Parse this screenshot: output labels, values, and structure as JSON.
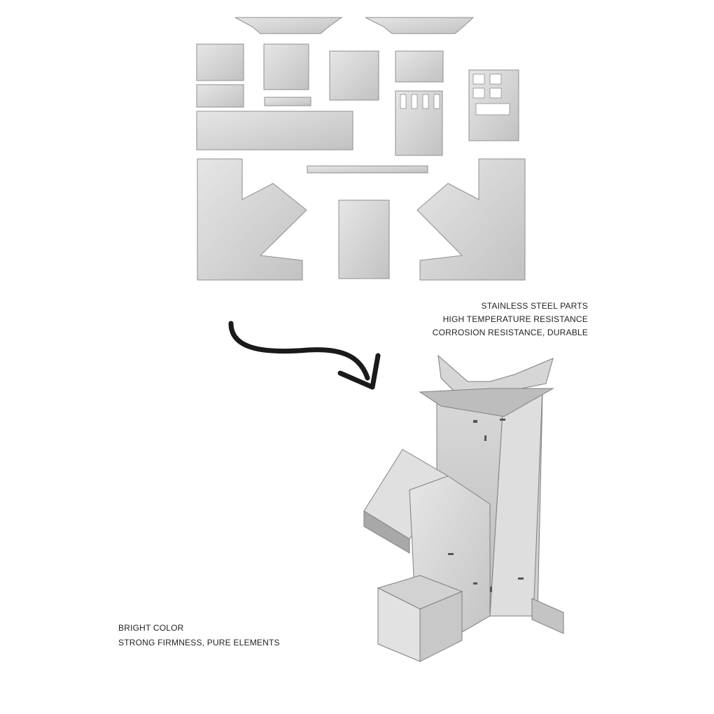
{
  "captions": {
    "top_right": [
      "STAINLESS STEEL PARTS",
      "HIGH TEMPERATURE RESISTANCE",
      "CORROSION RESISTANCE, DURABLE"
    ],
    "bottom_left": [
      "BRIGHT COLOR",
      "STRONG FIRMNESS, PURE ELEMENTS"
    ]
  },
  "colors": {
    "steel_light": "#dcdcdc",
    "steel_mid": "#c6c6c6",
    "steel_dark": "#9a9a9a",
    "outline": "#8a8a8a",
    "arrow": "#1a1a1a"
  },
  "icons": {
    "arrow": "curved-arrow-icon"
  }
}
